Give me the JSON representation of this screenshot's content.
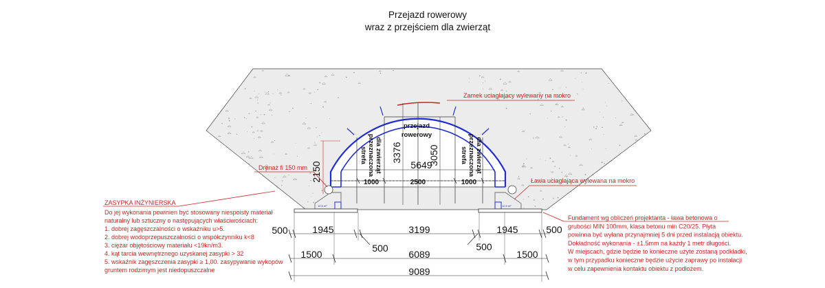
{
  "title": {
    "line1": "Przejazd rowerowy",
    "line2": "wraz z przejściem dla zwierząt"
  },
  "labels": {
    "lock": "Zamek uciaglajacy wylewany na mokro",
    "drain": "Drenaż fi 150 mm",
    "bench": "Ława uciaglająca wylewana na mokro"
  },
  "zones": {
    "bike_line1": "przejazd",
    "bike_line2": "rowerowy",
    "animal_strefa": "strefa",
    "animal_line1": "przeznaczona",
    "animal_line2": "dla zwierząt"
  },
  "small_labels": {
    "top_area": "",
    "left_area": "12.5 m²",
    "right_area": "12.5 m²"
  },
  "dimensions": {
    "widths": {
      "left_zone": "1000",
      "center_zone": "2500",
      "right_zone": "1000",
      "span": "5649"
    },
    "heights": {
      "crown": "3376",
      "inner": "3050",
      "side": "2150"
    },
    "row1": {
      "left_edge": "500",
      "left": "1945",
      "center": "3199",
      "right": "1945",
      "right_edge": "500"
    },
    "row2": {
      "left_step": "500",
      "right_step": "500"
    },
    "row3": {
      "left": "1500",
      "center": "6089",
      "right": "1500"
    },
    "row4": {
      "total": "9089"
    }
  },
  "notes": {
    "left_title": "ZASYPKA INŻYNIERSKA",
    "left_lines": [
      "Do jej wykonania powinien być stosowany niespoisty materiał",
      "naturalny lub sztuczny o następujących właściwościach:",
      "1. dobrej zagęszczalności o wskaźniku u>5.",
      "2. dobrej wodoprzepuszczalności o współczynniku k<8",
      "3. ciężar objętościowy materiału <19kn/m3.",
      "4. kąt tarcia wewnętrznego uzyskanej zasypki > 32",
      "5. wskaźnik zagęszczenia zasypki ≥ 1,00. zasypywanie wykopów",
      "gruntem rodzimym jest niedopuszczalne"
    ],
    "right_lines": [
      "Fundament wg obliczeń projektanta - ława betonowa o",
      "grubości MIN 100mm, klasa betonu min C20/25. Płyta",
      "powinna być wylana przynajmniej 5 dni przed instalacją obiektu.",
      "Dokładność wykonania - ±1.5mm na każdy 1 metr długości.",
      "W miejscach, gdzie będzie to konieczne użyte zostaną podkładki,",
      "w tym przypadku konieczne będzie użycie zaprawy po instalacji",
      "w celu zapewnienia kontaktu obiektu z podłożem."
    ]
  },
  "colors": {
    "arch": "#1e2bd6",
    "annotation": "#cc2222",
    "line": "#333333"
  }
}
